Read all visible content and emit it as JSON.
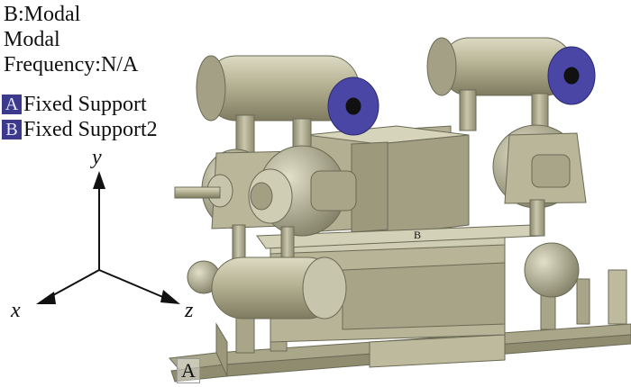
{
  "header": {
    "line1": "B:Modal",
    "line2": "Modal",
    "line3": "Frequency:N/A"
  },
  "legend": [
    {
      "key": "A",
      "label": "Fixed Support",
      "color": "#3c3a8c"
    },
    {
      "key": "B",
      "label": "Fixed Support2",
      "color": "#3c3a8c"
    }
  ],
  "triad": {
    "x": "x",
    "y": "y",
    "z": "z"
  },
  "model_tags": {
    "a": "A",
    "b": "B"
  },
  "colors": {
    "body": "#b5b294",
    "shadow": "#8f8c70",
    "highlight": "#d8d6bc",
    "support": "#4a46a6"
  }
}
